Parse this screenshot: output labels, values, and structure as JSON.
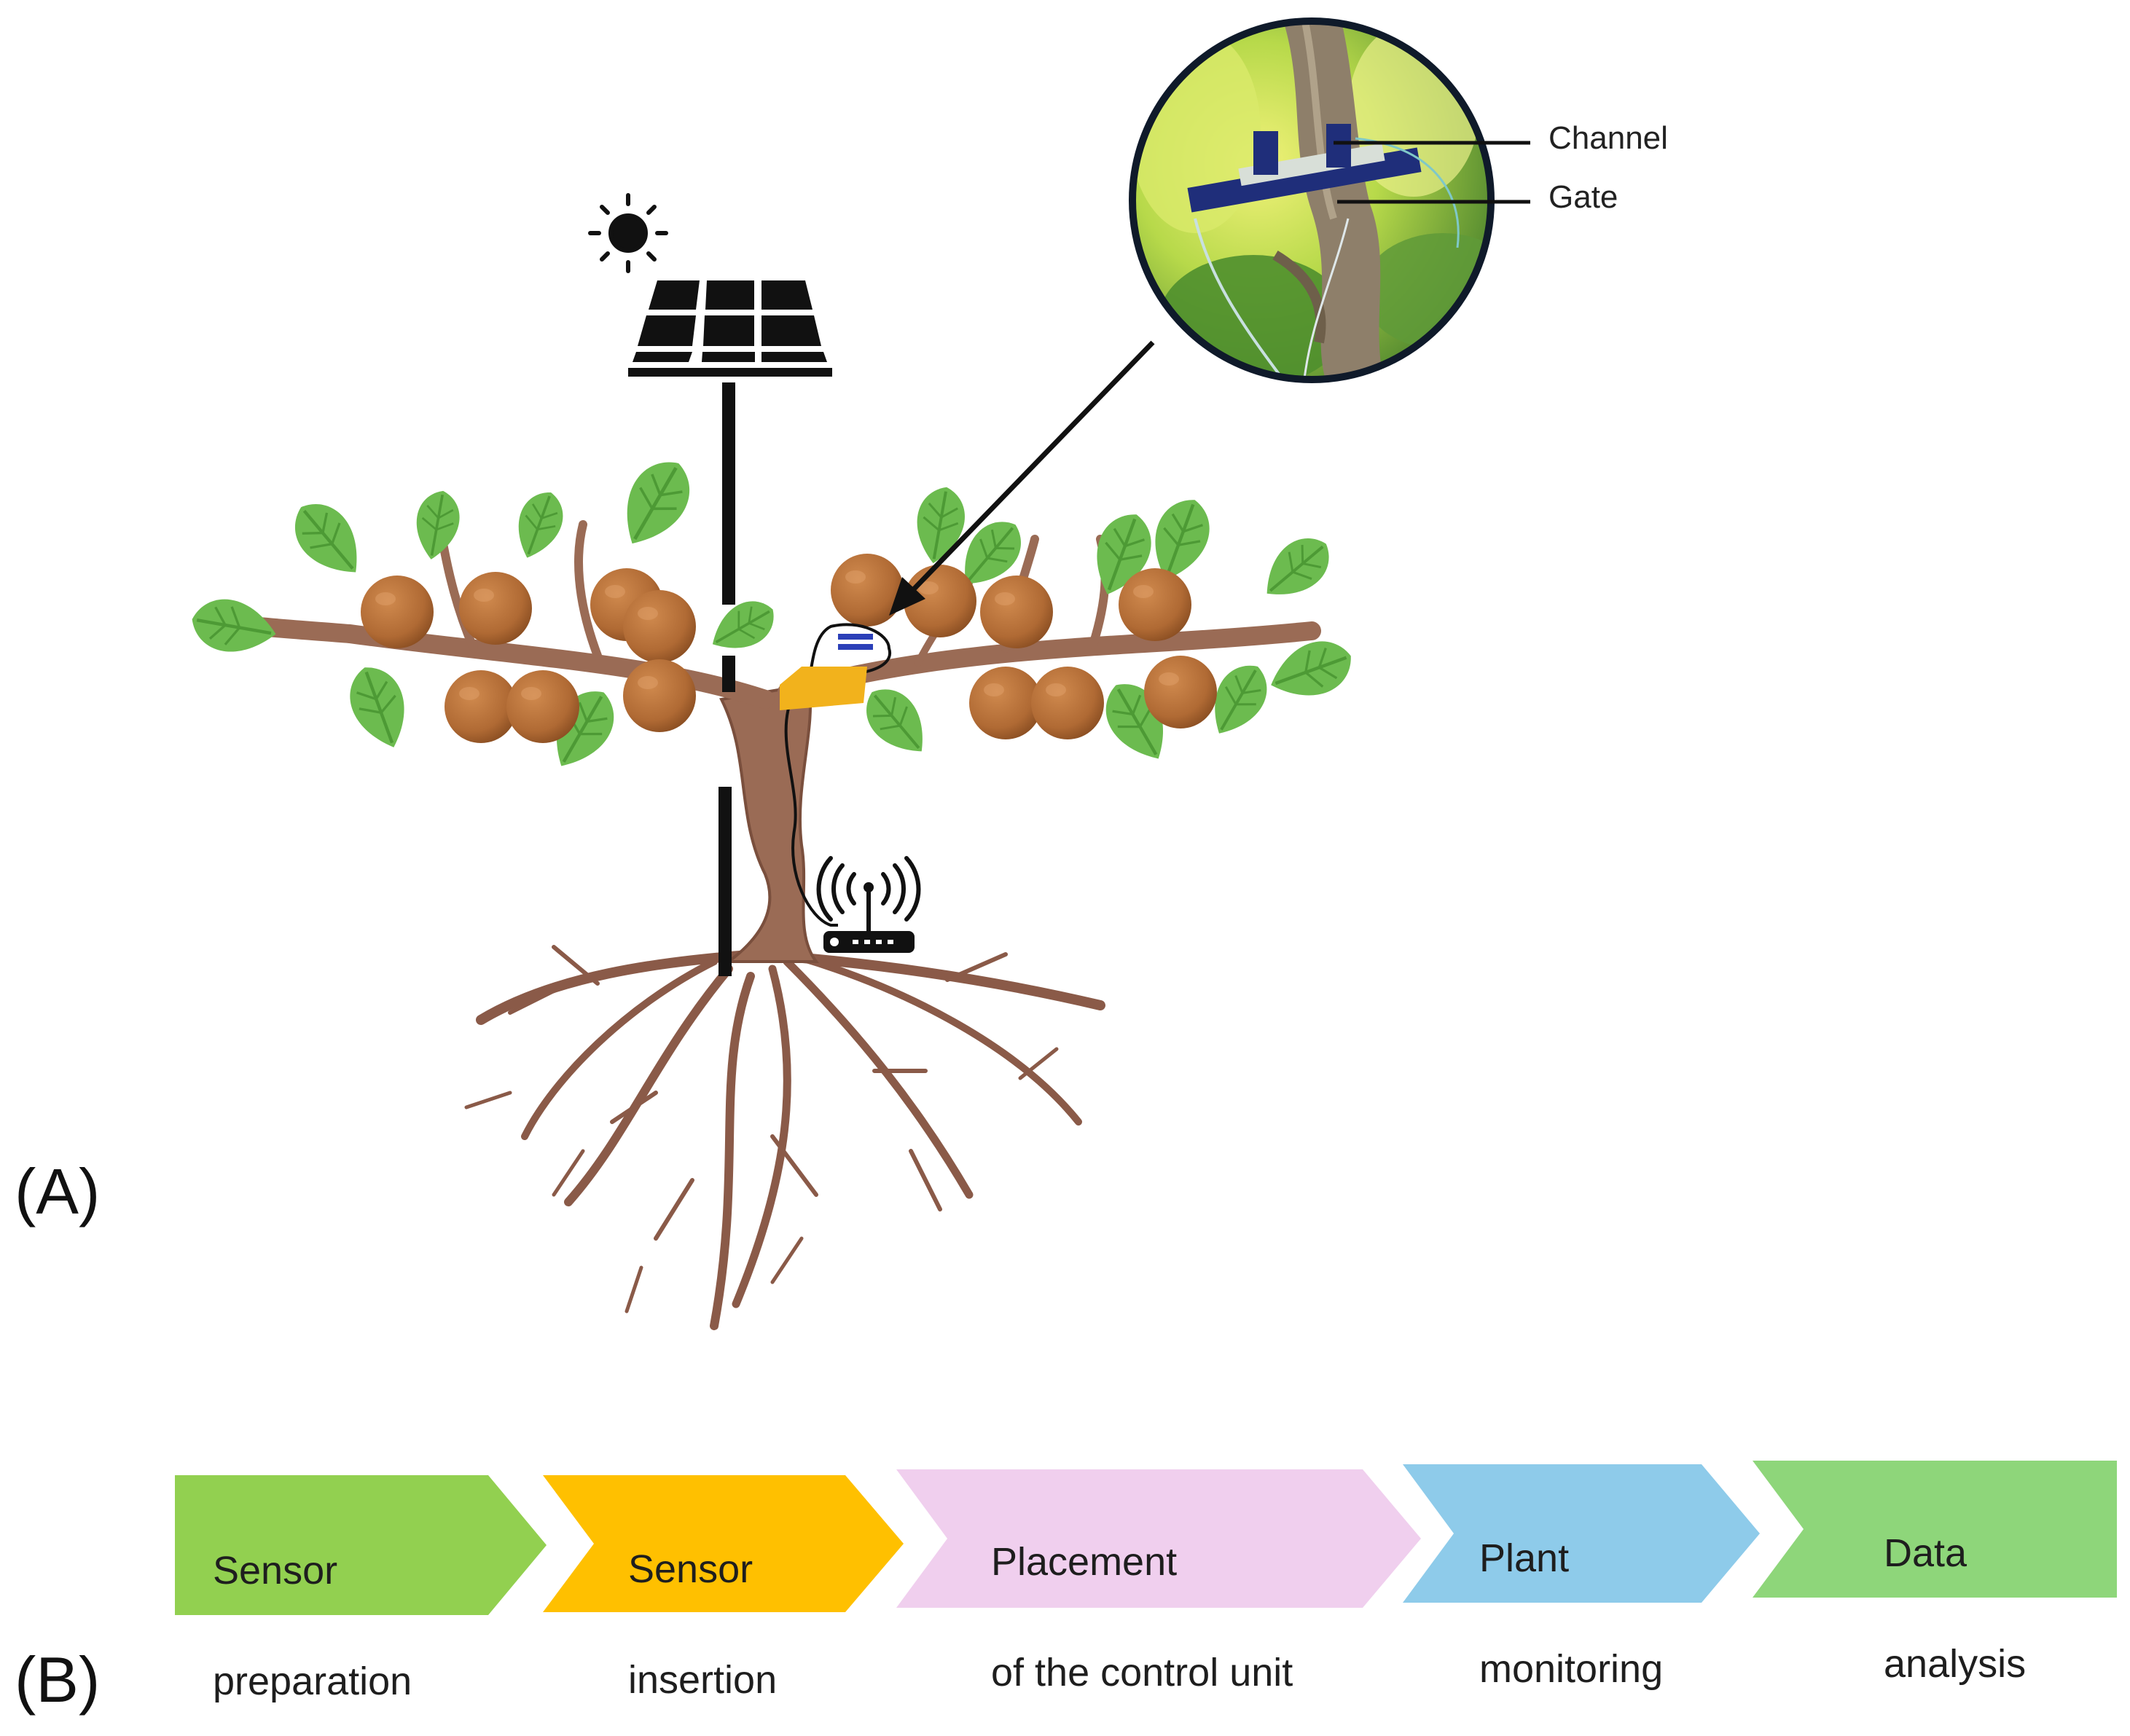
{
  "panel_a_label": "(A)",
  "panel_b_label": "(B)",
  "callouts": {
    "channel": "Channel",
    "gate": "Gate"
  },
  "steps": [
    {
      "line1": "Sensor",
      "line2": "preparation",
      "color": "#92d050"
    },
    {
      "line1": "Sensor",
      "line2": "insertion",
      "color": "#ffc000"
    },
    {
      "line1": "Placement",
      "line2": "of the control unit",
      "color": "#f0cfee"
    },
    {
      "line1": "Plant",
      "line2": "monitoring",
      "color": "#8ecbea"
    },
    {
      "line1": "Data",
      "line2": "analysis",
      "color": "#8ed67a"
    }
  ],
  "colors": {
    "leaf": "#6cbb4f",
    "leaf_vein": "#4d9a35",
    "fruit": "#b5703a",
    "bark": "#9a6b55",
    "root": "#8a5a48",
    "sensor_clamp": "#f2b21c",
    "sensor_blue": "#2b3fb8"
  },
  "icons": [
    "sun-icon",
    "solar-panel-icon",
    "wifi-router-icon",
    "sensor-photo-inset"
  ]
}
